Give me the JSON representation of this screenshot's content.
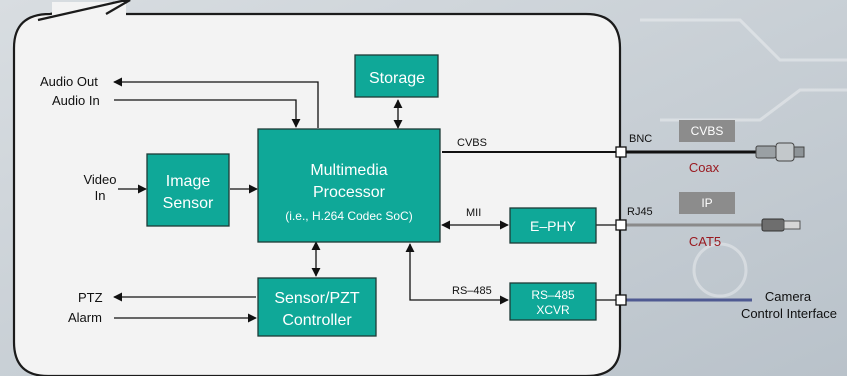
{
  "blocks": {
    "storage": "Storage",
    "image_sensor": [
      "Image",
      "Sensor"
    ],
    "multimedia": [
      "Multimedia",
      "Processor",
      "(i.e., H.264 Codec SoC)"
    ],
    "ephy": "E–PHY",
    "sensor_ptz": [
      "Sensor/PZT",
      "Controller"
    ],
    "rs485_xcvr": [
      "RS–485",
      "XCVR"
    ]
  },
  "signals": {
    "audio_out": "Audio Out",
    "audio_in": "Audio In",
    "video_in": [
      "Video",
      "In"
    ],
    "ptz": "PTZ",
    "alarm": "Alarm",
    "cvbs_line": "CVBS",
    "mii_line": "MII",
    "rs485_line": "RS–485"
  },
  "connectors": {
    "bnc": "BNC",
    "rj45": "RJ45",
    "cvbs_tag": "CVBS",
    "ip_tag": "IP",
    "coax": "Coax",
    "cat5": "CAT5",
    "camera_ctrl": [
      "Camera",
      "Control Interface"
    ]
  },
  "colors": {
    "block_fill": "#0fa898",
    "block_stroke": "#1d3b36",
    "cable_red_label": "#9a1a20",
    "tag_gray": "#8c8c8c",
    "rs485_cable": "#4f5a92",
    "callout_fill": "#f2f2f2"
  }
}
